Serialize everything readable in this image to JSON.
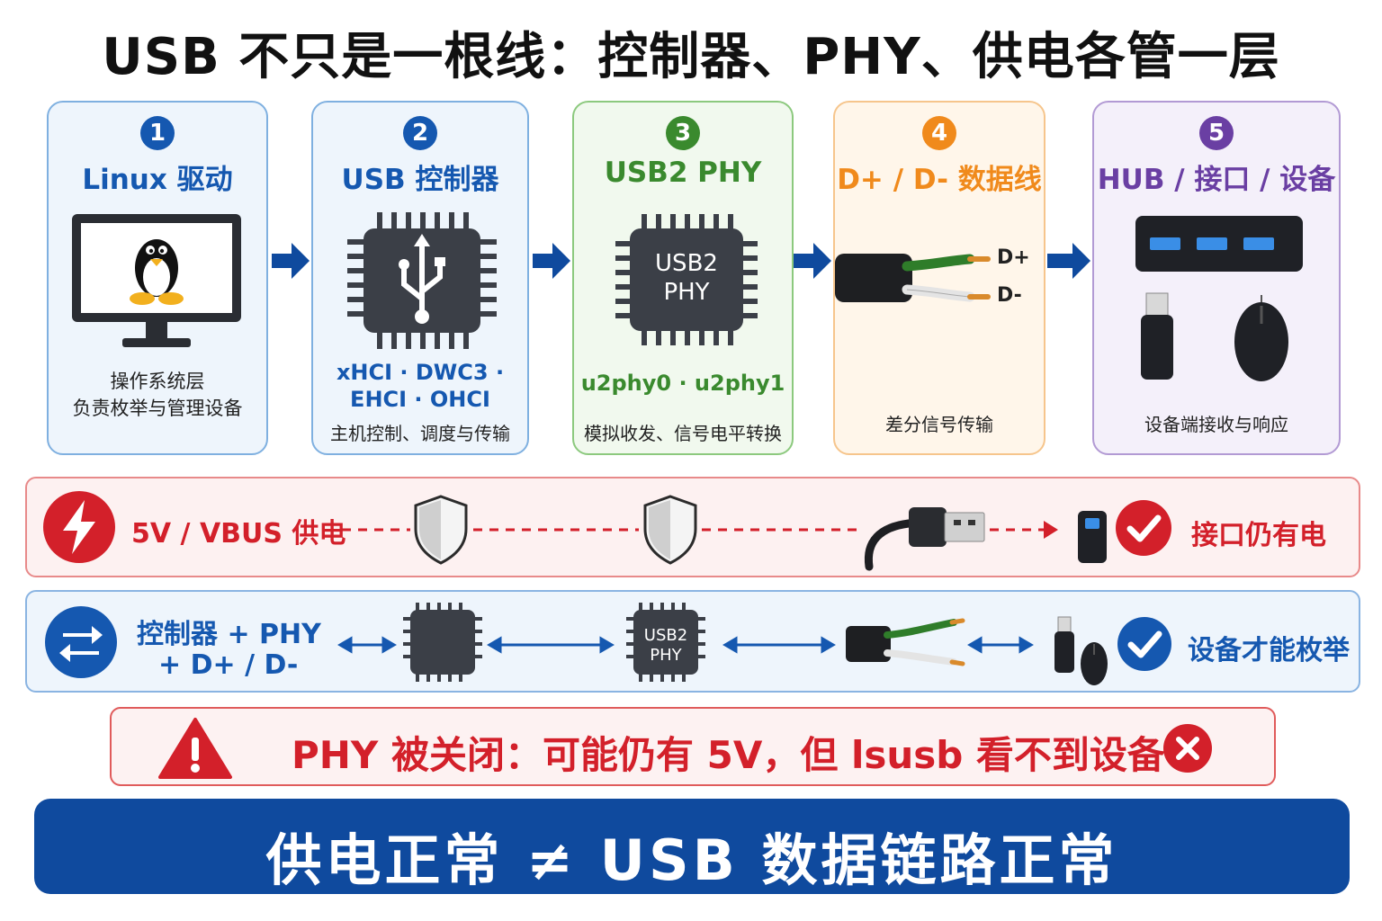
{
  "title": "USB 不只是一根线：控制器、PHY、供电各管一层",
  "steps": [
    {
      "num": "1",
      "title": "Linux 驱动",
      "lines": [
        "操作系统层",
        "负责枚举与管理设备"
      ],
      "color": "#1558b0"
    },
    {
      "num": "2",
      "title": "USB 控制器",
      "lines": [
        "xHCI · DWC3 ·",
        "EHCI · OHCI",
        "主机控制、调度与传输"
      ],
      "color": "#1558b0"
    },
    {
      "num": "3",
      "title": "USB2 PHY",
      "chip_label": [
        "USB2",
        "PHY"
      ],
      "lines": [
        "u2phy0 · u2phy1",
        "模拟收发、信号电平转换"
      ],
      "color": "#3a8a2e"
    },
    {
      "num": "4",
      "title": "D+ / D- 数据线",
      "wire_labels": [
        "D+",
        "D-"
      ],
      "lines": [
        "差分信号传输"
      ],
      "color": "#f08a1c"
    },
    {
      "num": "5",
      "title": "HUB / 接口 / 设备",
      "lines": [
        "设备端接收与响应"
      ],
      "color": "#6a3fa3"
    }
  ],
  "power_row": {
    "label": "5V / VBUS 供电",
    "result": "接口仍有电",
    "color": "#d3202a"
  },
  "data_row": {
    "label_lines": [
      "控制器 + PHY",
      "+ D+ / D-"
    ],
    "chip_label": [
      "USB2",
      "PHY"
    ],
    "result": "设备才能枚举",
    "color": "#1558b0"
  },
  "warning": {
    "text": "PHY 被关闭：可能仍有 5V，但 lsusb 看不到设备",
    "color": "#d3202a"
  },
  "footer": {
    "text": "供电正常 ≠ USB 数据链路正常"
  },
  "colors": {
    "navy": "#0f4a9e",
    "red": "#d3202a",
    "chip": "#3b3f47"
  }
}
